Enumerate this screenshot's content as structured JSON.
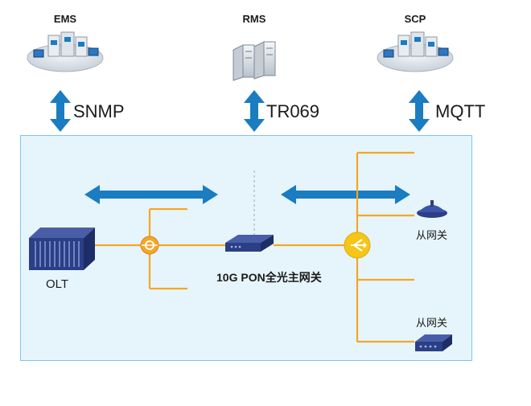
{
  "systems": {
    "ems": "EMS",
    "rms": "RMS",
    "scp": "SCP"
  },
  "protocols": {
    "snmp": "SNMP",
    "tr069": "TR069",
    "mqtt": "MQTT"
  },
  "devices": {
    "olt": "OLT",
    "main_gateway": "10G PON全光主网关",
    "slave_gateway_1": "从网关",
    "slave_gateway_2": "从网关"
  },
  "icons": {
    "ems": "server-cluster-icon",
    "rms": "server-rack-icon",
    "scp": "server-cluster-icon",
    "olt": "olt-chassis-icon",
    "splitter": "optical-splitter-icon",
    "main_gateway": "router-icon",
    "hub": "optical-hub-icon",
    "slave_1": "ceiling-ap-icon",
    "slave_2": "switch-box-icon"
  },
  "colors": {
    "panel_bg": "#e6f5fb",
    "panel_border": "#7fc6e6",
    "arrow_blue": "#1a7cc1",
    "fiber_orange": "#f5a623",
    "hub_yellow": "#f5c518",
    "device_blue": "#2b3f86"
  }
}
